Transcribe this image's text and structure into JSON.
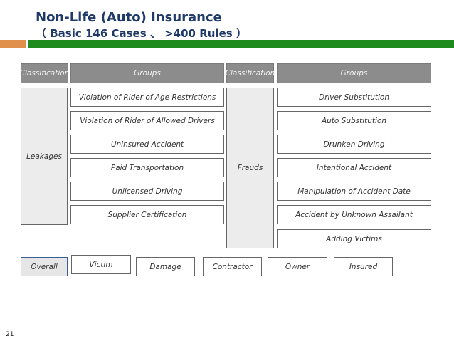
{
  "title": {
    "main": "Non-Life (Auto) Insurance",
    "sub": "（ Basic 146 Cases 、 >400 Rules ）"
  },
  "headers": {
    "classification_left": "Classification",
    "groups_left": "Groups",
    "classification_right": "Classification",
    "groups_right": "Groups"
  },
  "leakages": {
    "label": "Leakages",
    "groups": [
      "Violation of Rider of Age Restrictions",
      "Violation of Rider of Allowed Drivers",
      "Uninsured Accident",
      "Paid Transportation",
      "Unlicensed Driving",
      "Supplier Certification"
    ]
  },
  "frauds": {
    "label": "Frauds",
    "groups": [
      "Driver Substitution",
      "Auto Substitution",
      "Drunken Driving",
      "Intentional Accident",
      "Manipulation of Accident Date",
      "Accident by Unknown Assailant",
      "Adding Victims"
    ]
  },
  "overall": {
    "label": "Overall",
    "items": [
      "Victim",
      "Damage",
      "Contractor",
      "Owner",
      "Insured"
    ]
  },
  "page_number": "21",
  "colors": {
    "title": "#1f3a68",
    "header_fill": "#8c8c8c",
    "accent_orange": "#e0904a",
    "accent_green": "#1e8a1e"
  }
}
